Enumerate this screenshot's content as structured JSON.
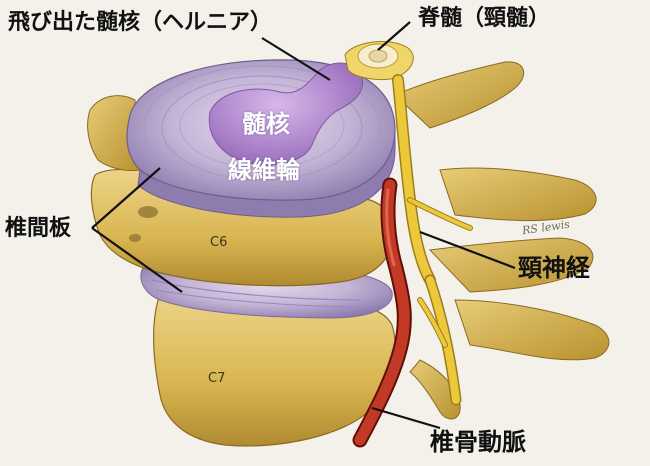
{
  "labels": {
    "herniated_nucleus": "飛び出た髄核（ヘルニア）",
    "spinal_cord": "脊髄（頸髄）",
    "nucleus_pulposus": "髄核",
    "annulus_fibrosus": "線維輪",
    "intervertebral_disc": "椎間板",
    "cervical_nerve": "頸神経",
    "vertebral_artery": "椎骨動脈",
    "c6": "C6",
    "c7": "C7"
  },
  "signature": "RS lewis",
  "colors": {
    "background": "#f4f1ea",
    "bone": "#d9b550",
    "bone_shadow": "#a9832a",
    "bone_highlight": "#ecd488",
    "disc": "#c4b4d6",
    "disc_ring": "#9a88b8",
    "nucleus": "#b58fcf",
    "nerve": "#e6c230",
    "artery": "#b22a1c",
    "leader": "#111111"
  }
}
